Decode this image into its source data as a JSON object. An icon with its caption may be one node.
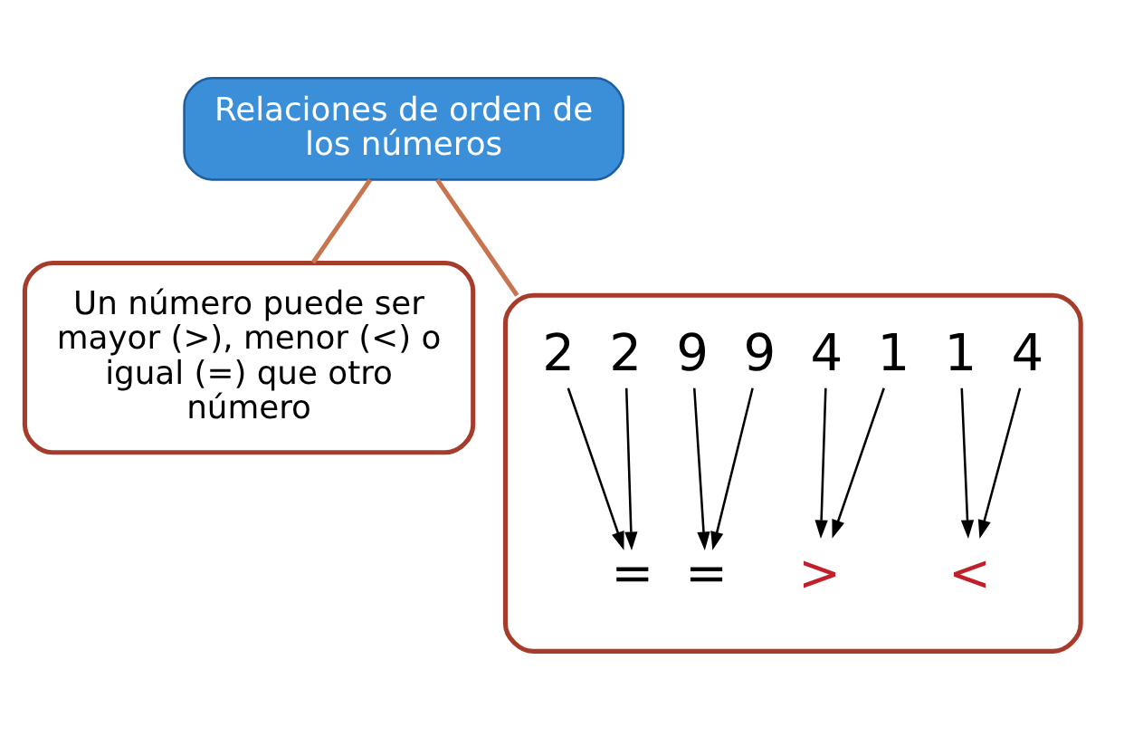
{
  "diagram": {
    "nodes": [
      {
        "text": [
          "Relaciones de orden de los números"
        ]
      },
      {
        "text": [
          "Un número puede ser mayor (>), menor (<) o igual (=) que otro número"
        ]
      },
      {
        "text": [],
        "shape": "box"
      },
      {
        "text": [
          "2"
        ],
        "in": 2
      },
      {
        "text": [
          "9"
        ],
        "in": 2
      },
      {
        "text": [
          "4"
        ],
        "in": 2
      },
      {
        "text": [
          "1"
        ],
        "in": 2
      },
      {
        "text": [
          "2"
        ],
        "in": 2
      },
      {
        "text": [
          "9"
        ],
        "in": 2
      },
      {
        "text": [
          "1"
        ],
        "in": 2
      },
      {
        "text": [
          "4"
        ],
        "in": 2
      },
      {
        "text": [
          "="
        ],
        "in": 2
      },
      {
        "text": [
          "="
        ],
        "in": 2
      },
      {
        "text": [
          ">"
        ],
        "in": 2
      },
      {
        "text": [
          "<"
        ],
        "in": 2
      }
    ],
    "edges": [
      {
        "from": 0,
        "to": 1,
        "arrow": "none",
        "color": "#c8744f"
      },
      {
        "from": 0,
        "to": 2,
        "arrow": "none",
        "color": "#c8744f"
      },
      {
        "from": 3,
        "to": 11,
        "arrow": "to"
      },
      {
        "from": 4,
        "to": 12,
        "arrow": "to"
      },
      {
        "from": 5,
        "to": 13,
        "arrow": "to"
      },
      {
        "from": 6,
        "to": 14,
        "arrow": "to"
      },
      {
        "from": 7,
        "to": 11,
        "arrow": "to"
      },
      {
        "from": 8,
        "to": 12,
        "arrow": "to"
      },
      {
        "from": 9,
        "to": 13,
        "arrow": "to"
      },
      {
        "from": 10,
        "to": 14,
        "arrow": "to"
      }
    ]
  }
}
